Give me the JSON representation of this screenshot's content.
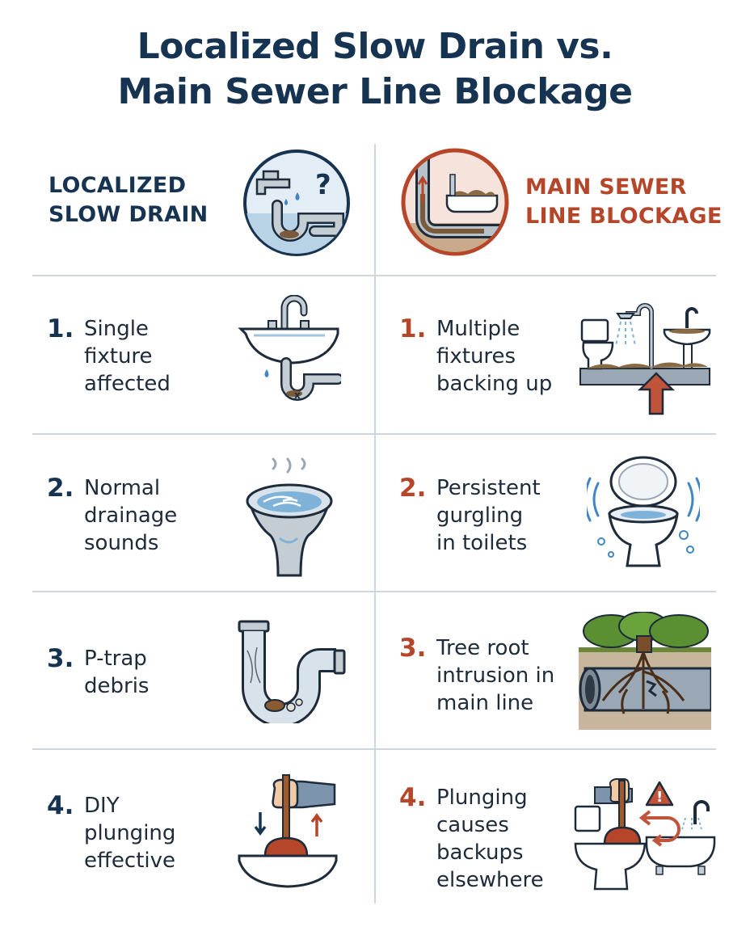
{
  "title": {
    "line1": "Localized Slow Drain vs.",
    "line2": "Main Sewer Line Blockage"
  },
  "left": {
    "header": [
      "LOCALIZED",
      "SLOW DRAIN"
    ],
    "icon": "faucet-question-icon",
    "items": [
      {
        "number": "1.",
        "lines": [
          "Single",
          "fixture",
          "affected"
        ],
        "icon": "sink-clog-icon"
      },
      {
        "number": "2.",
        "lines": [
          "Normal",
          "drainage",
          "sounds"
        ],
        "icon": "drain-swirl-icon"
      },
      {
        "number": "3.",
        "lines": [
          "P-trap",
          "debris"
        ],
        "icon": "p-trap-icon"
      },
      {
        "number": "4.",
        "lines": [
          "DIY",
          "plunging",
          "effective"
        ],
        "icon": "plunger-sink-icon"
      }
    ]
  },
  "right": {
    "header": [
      "MAIN SEWER",
      "LINE BLOCKAGE"
    ],
    "icon": "sewer-backup-icon",
    "items": [
      {
        "number": "1.",
        "lines": [
          "Multiple",
          "fixtures",
          "backing up"
        ],
        "icon": "multiple-fixtures-icon"
      },
      {
        "number": "2.",
        "lines": [
          "Persistent",
          "gurgling",
          "in toilets"
        ],
        "icon": "gurgling-toilet-icon"
      },
      {
        "number": "3.",
        "lines": [
          "Tree root",
          "intrusion in",
          "main line"
        ],
        "icon": "tree-root-pipe-icon"
      },
      {
        "number": "4.",
        "lines": [
          "Plunging",
          "causes",
          "backups",
          "elsewhere"
        ],
        "icon": "plunger-toilet-warning-icon"
      }
    ]
  },
  "colors": {
    "navy": "#163451",
    "rust": "#b5462a",
    "divider": "#cfd6dd",
    "steel": "#9aa8b5",
    "water": "#7fb2d8"
  }
}
